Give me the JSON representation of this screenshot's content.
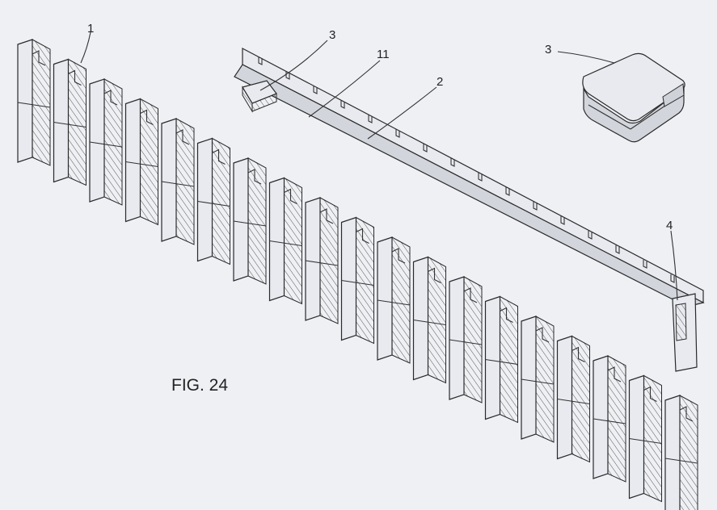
{
  "figure": {
    "caption": "FIG. 24",
    "labels": [
      {
        "id": "label-1",
        "text": "1"
      },
      {
        "id": "label-3a",
        "text": "3"
      },
      {
        "id": "label-11",
        "text": "11"
      },
      {
        "id": "label-2",
        "text": "2"
      },
      {
        "id": "label-3b",
        "text": "3"
      },
      {
        "id": "label-4",
        "text": "4"
      }
    ]
  },
  "colors": {
    "background": "#eef0f4",
    "ink": "#2a2a2a"
  }
}
